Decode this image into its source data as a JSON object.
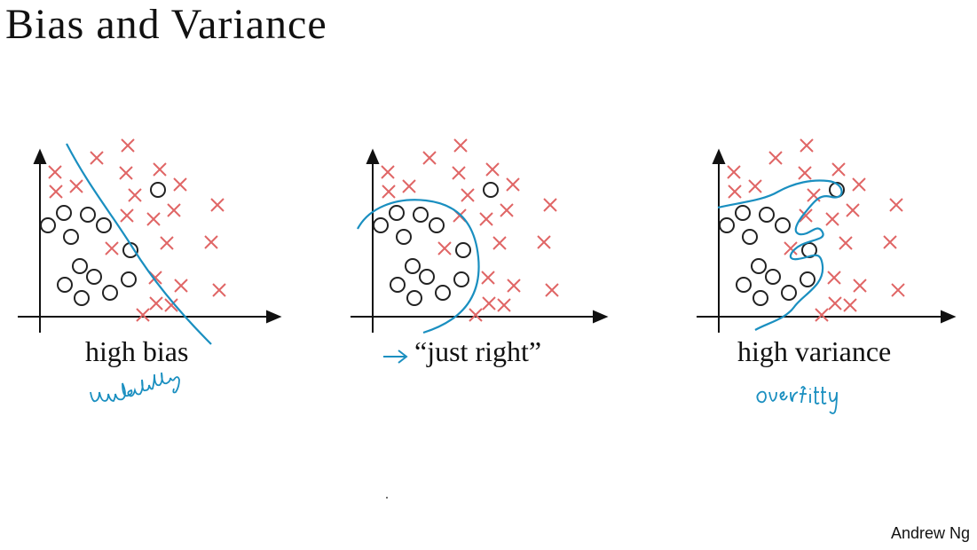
{
  "slide": {
    "title": "Bias and Variance",
    "author": "Andrew Ng"
  },
  "colors": {
    "cross": "#e06666",
    "circle": "#222222",
    "ink": "#1a8fc0",
    "axis": "#111111"
  },
  "panels": [
    {
      "id": "high-bias",
      "caption": "high bias",
      "note": "underfitting"
    },
    {
      "id": "just-right",
      "caption": "“just right”",
      "note": ""
    },
    {
      "id": "high-variance",
      "caption": "high variance",
      "note": "overfitting"
    }
  ]
}
